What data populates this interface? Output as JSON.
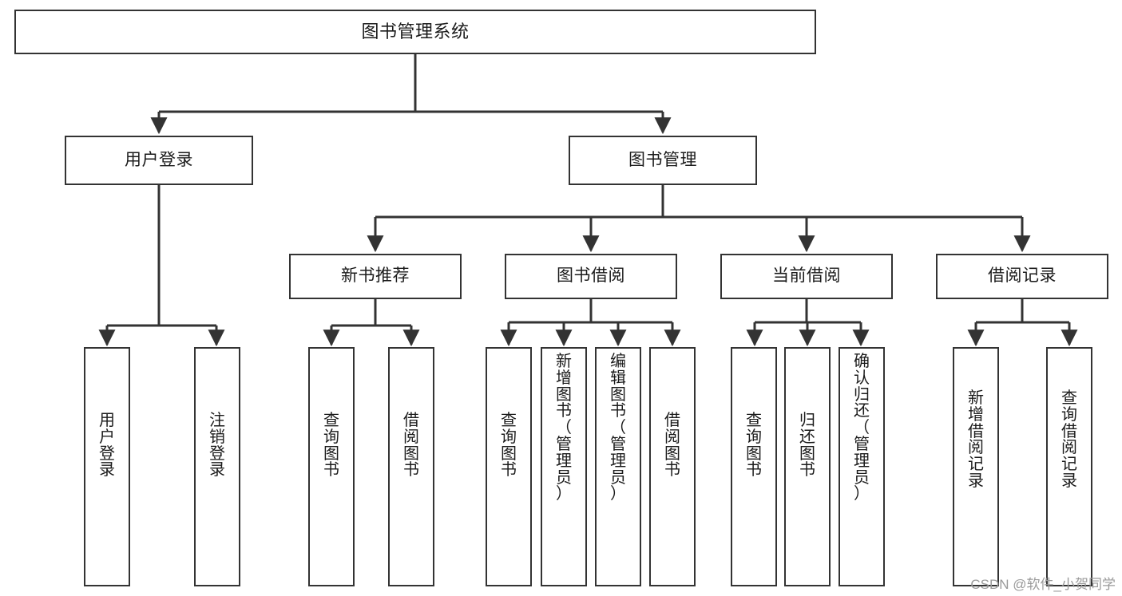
{
  "diagram": {
    "type": "tree",
    "title": "图书管理系统",
    "watermark": "CSDN @软件_小贺同学",
    "colors": {
      "border": "#333333",
      "background": "#ffffff",
      "text": "#1b1b1b",
      "watermark": "#9a9a9a"
    },
    "nodes": {
      "root": {
        "label": "图书管理系统"
      },
      "level2": [
        {
          "label": "用户登录"
        },
        {
          "label": "图书管理"
        }
      ],
      "level3": [
        {
          "label": "新书推荐"
        },
        {
          "label": "图书借阅"
        },
        {
          "label": "当前借阅"
        },
        {
          "label": "借阅记录"
        }
      ],
      "leaves": {
        "user_login": [
          {
            "label": "用\n户\n登\n录"
          },
          {
            "label": "注\n销\n登\n录"
          }
        ],
        "new_book": [
          {
            "label": "查\n询\n图\n书"
          },
          {
            "label": "借\n阅\n图\n书"
          }
        ],
        "book_borrow": [
          {
            "label": "查\n询\n图\n书"
          },
          {
            "label": "新\n增\n图\n书\n（\n管\n理\n员\n）"
          },
          {
            "label": "编\n辑\n图\n书\n（\n管\n理\n员\n）"
          },
          {
            "label": "借\n阅\n图\n书"
          }
        ],
        "current_borrow": [
          {
            "label": "查\n询\n图\n书"
          },
          {
            "label": "归\n还\n图\n书"
          },
          {
            "label": "确\n认\n归\n还\n（\n管\n理\n员\n）"
          }
        ],
        "borrow_record": [
          {
            "label": "新\n增\n借\n阅\n记\n录"
          },
          {
            "label": "查\n询\n借\n阅\n记\n录"
          }
        ]
      }
    }
  }
}
